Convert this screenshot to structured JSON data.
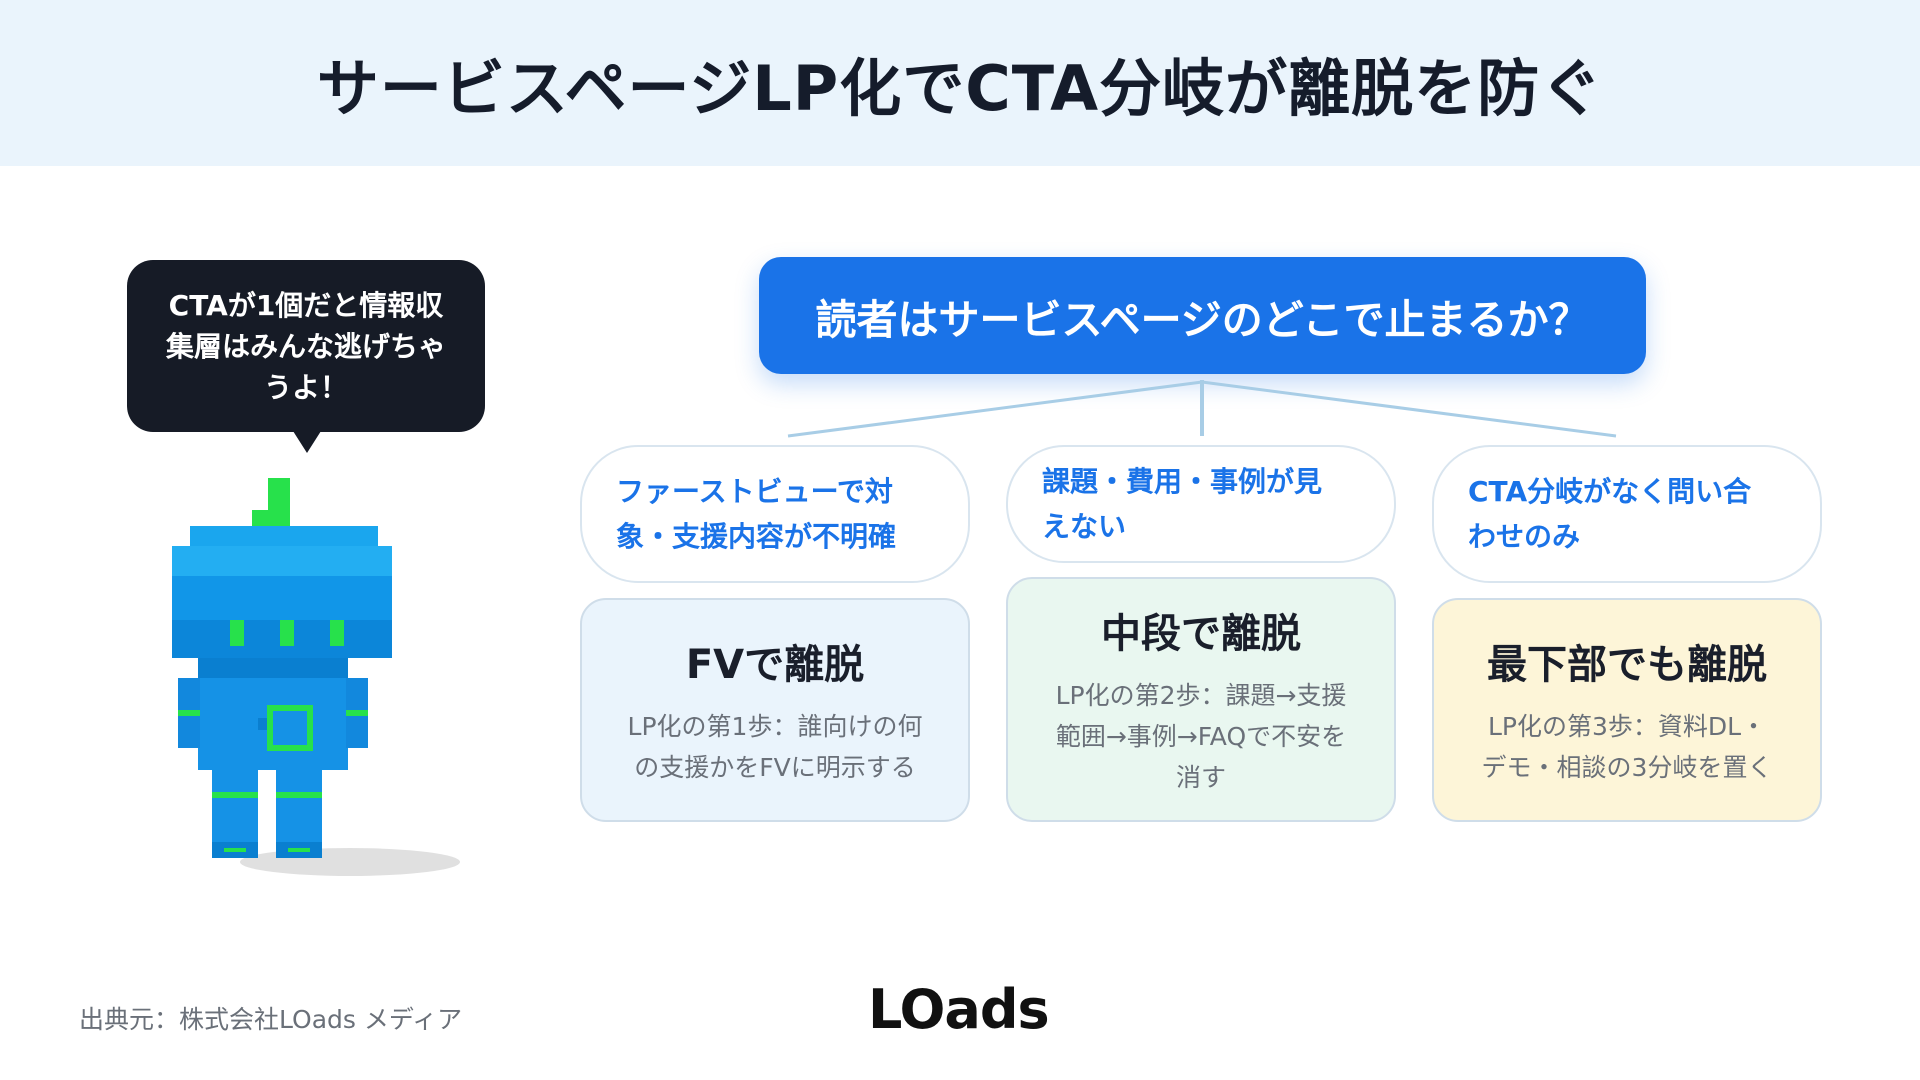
{
  "title": "サービスページLP化でCTA分岐が離脱を防ぐ",
  "bubble": [
    "CTAが1個だと情報収",
    "集層はみんな逃げちゃ",
    "うよ！"
  ],
  "question": "読者はサービスページのどこで止まるか？",
  "columns": [
    {
      "issue": [
        "ファーストビューで対",
        "象・支援内容が不明確"
      ],
      "title": "FVで離脱",
      "desc": [
        "LP化の第1歩：誰向けの何",
        "の支援かをFVに明示する"
      ],
      "color": "#eaf4fc"
    },
    {
      "issue": [
        "課題・費用・事例が見",
        "えない"
      ],
      "title": "中段で離脱",
      "desc": [
        "LP化の第2歩：課題→支援",
        "範囲→事例→FAQで不安を",
        "消す"
      ],
      "color": "#e9f7f0"
    },
    {
      "issue": [
        "CTA分岐がなく問い合",
        "わせのみ"
      ],
      "title": "最下部でも離脱",
      "desc": [
        "LP化の第3歩：資料DL・",
        "デモ・相談の3分岐を置く"
      ],
      "color": "#fdf5d8"
    }
  ],
  "source": "出典元：株式会社LOads メディア",
  "logo": "LOads",
  "colors": {
    "accent": "#1a73e8",
    "header_bg": "#eaf4fc",
    "bubble_bg": "#161b26"
  },
  "icons": [
    "voxel-robot-mascot"
  ]
}
